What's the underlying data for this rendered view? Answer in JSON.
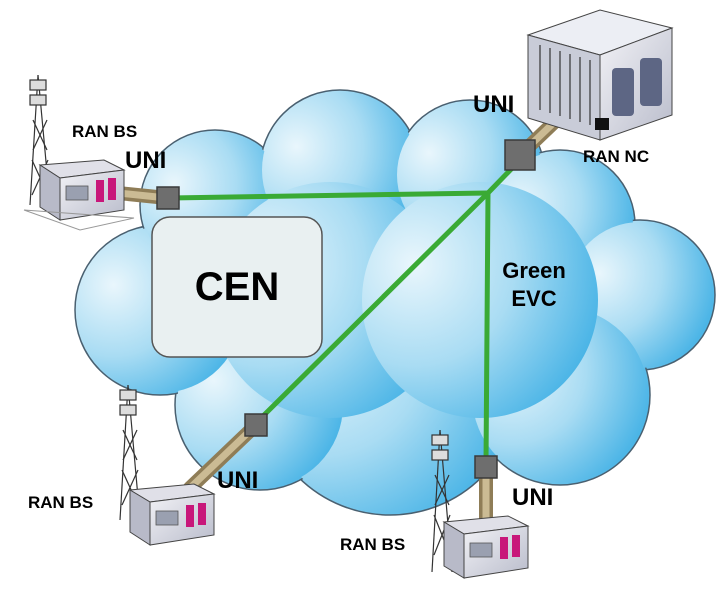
{
  "cloud": {
    "label": "CEN"
  },
  "evc": {
    "label_line1": "Green",
    "label_line2": "EVC",
    "color": "#3aaa35"
  },
  "nodes": {
    "bs_top_left": {
      "name": "RAN BS",
      "uni": "UNI"
    },
    "bs_bottom_left": {
      "name": "RAN BS",
      "uni": "UNI"
    },
    "bs_bottom_right": {
      "name": "RAN BS",
      "uni": "UNI"
    },
    "nc_top_right": {
      "name": "RAN NC",
      "uni": "UNI"
    }
  },
  "colors": {
    "cloud_light": "#d7eef9",
    "cloud_dark": "#3fb0e6",
    "cen_box": "#e9f0f1",
    "uni_box": "#6e6e6e",
    "cable": "#b4a27a",
    "enclosure_port": "#c8177a"
  }
}
